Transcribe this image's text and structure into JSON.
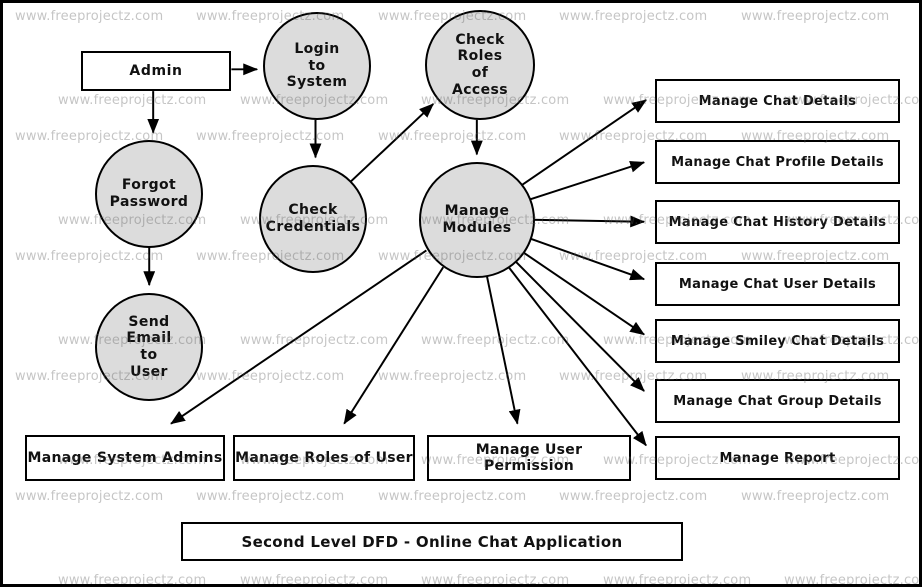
{
  "diagram_title": "Second Level DFD - Online Chat Application",
  "watermark": {
    "text": "www.freeprojectz.com"
  },
  "entities": {
    "admin": {
      "label": "Admin"
    }
  },
  "processes": {
    "login": {
      "label": "Login\nto\nSystem"
    },
    "check_roles": {
      "label": "Check\nRoles\nof\nAccess"
    },
    "forgot_password": {
      "label": "Forgot\nPassword"
    },
    "check_credentials": {
      "label": "Check\nCredentials"
    },
    "manage_modules": {
      "label": "Manage\nModules"
    },
    "send_email": {
      "label": "Send\nEmail\nto\nUser"
    }
  },
  "data_stores": {
    "right": [
      {
        "label": "Manage Chat Details"
      },
      {
        "label": "Manage Chat Profile Details"
      },
      {
        "label": "Manage Chat History Details"
      },
      {
        "label": "Manage Chat User Details"
      },
      {
        "label": "Manage Smiley Chat Details"
      },
      {
        "label": "Manage Chat Group Details"
      },
      {
        "label": "Manage Report"
      }
    ],
    "bottom": [
      {
        "label": "Manage System Admins"
      },
      {
        "label": "Manage Roles of User"
      },
      {
        "label": "Manage User Permission"
      }
    ]
  },
  "colors": {
    "process_fill": "#dcdcdc",
    "stroke": "#000000",
    "watermark_gray": "#c5c5c5",
    "background": "#ffffff"
  }
}
